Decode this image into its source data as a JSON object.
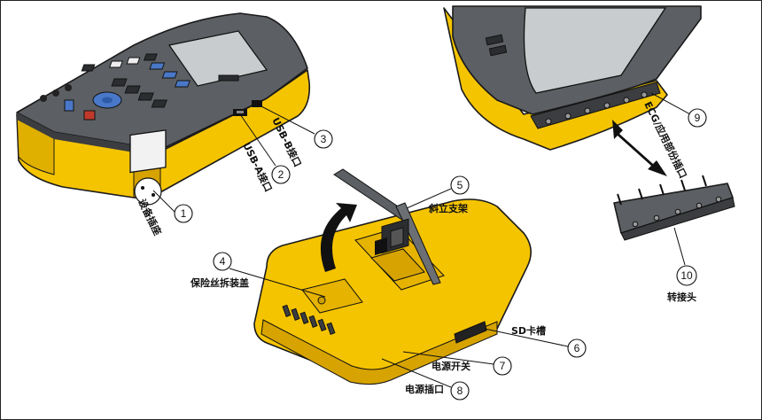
{
  "colors": {
    "body_yellow": "#f5c400",
    "body_shadow": "#d7a300",
    "top_gray": "#5c5f63",
    "top_dark": "#3b3d40",
    "screen": "#c9ccce",
    "outline": "#1a1a1a"
  },
  "icons": [
    "outlet-icon",
    "rotate-arrow-icon",
    "double-arrow-icon",
    "usb-port-icon",
    "sd-slot-icon",
    "power-switch-icon"
  ],
  "callouts": [
    {
      "number": "1",
      "label": "设备插座"
    },
    {
      "number": "2",
      "label": "USB-A接口"
    },
    {
      "number": "3",
      "label": "USB-B接口"
    },
    {
      "number": "4",
      "label": "保险丝拆装盖"
    },
    {
      "number": "5",
      "label": "斜立支架"
    },
    {
      "number": "6",
      "label": "SD卡槽"
    },
    {
      "number": "7",
      "label": "电源开关"
    },
    {
      "number": "8",
      "label": "电源插口"
    },
    {
      "number": "9",
      "label": "ECG/应用部份插口"
    },
    {
      "number": "10",
      "label": "转接头"
    }
  ]
}
